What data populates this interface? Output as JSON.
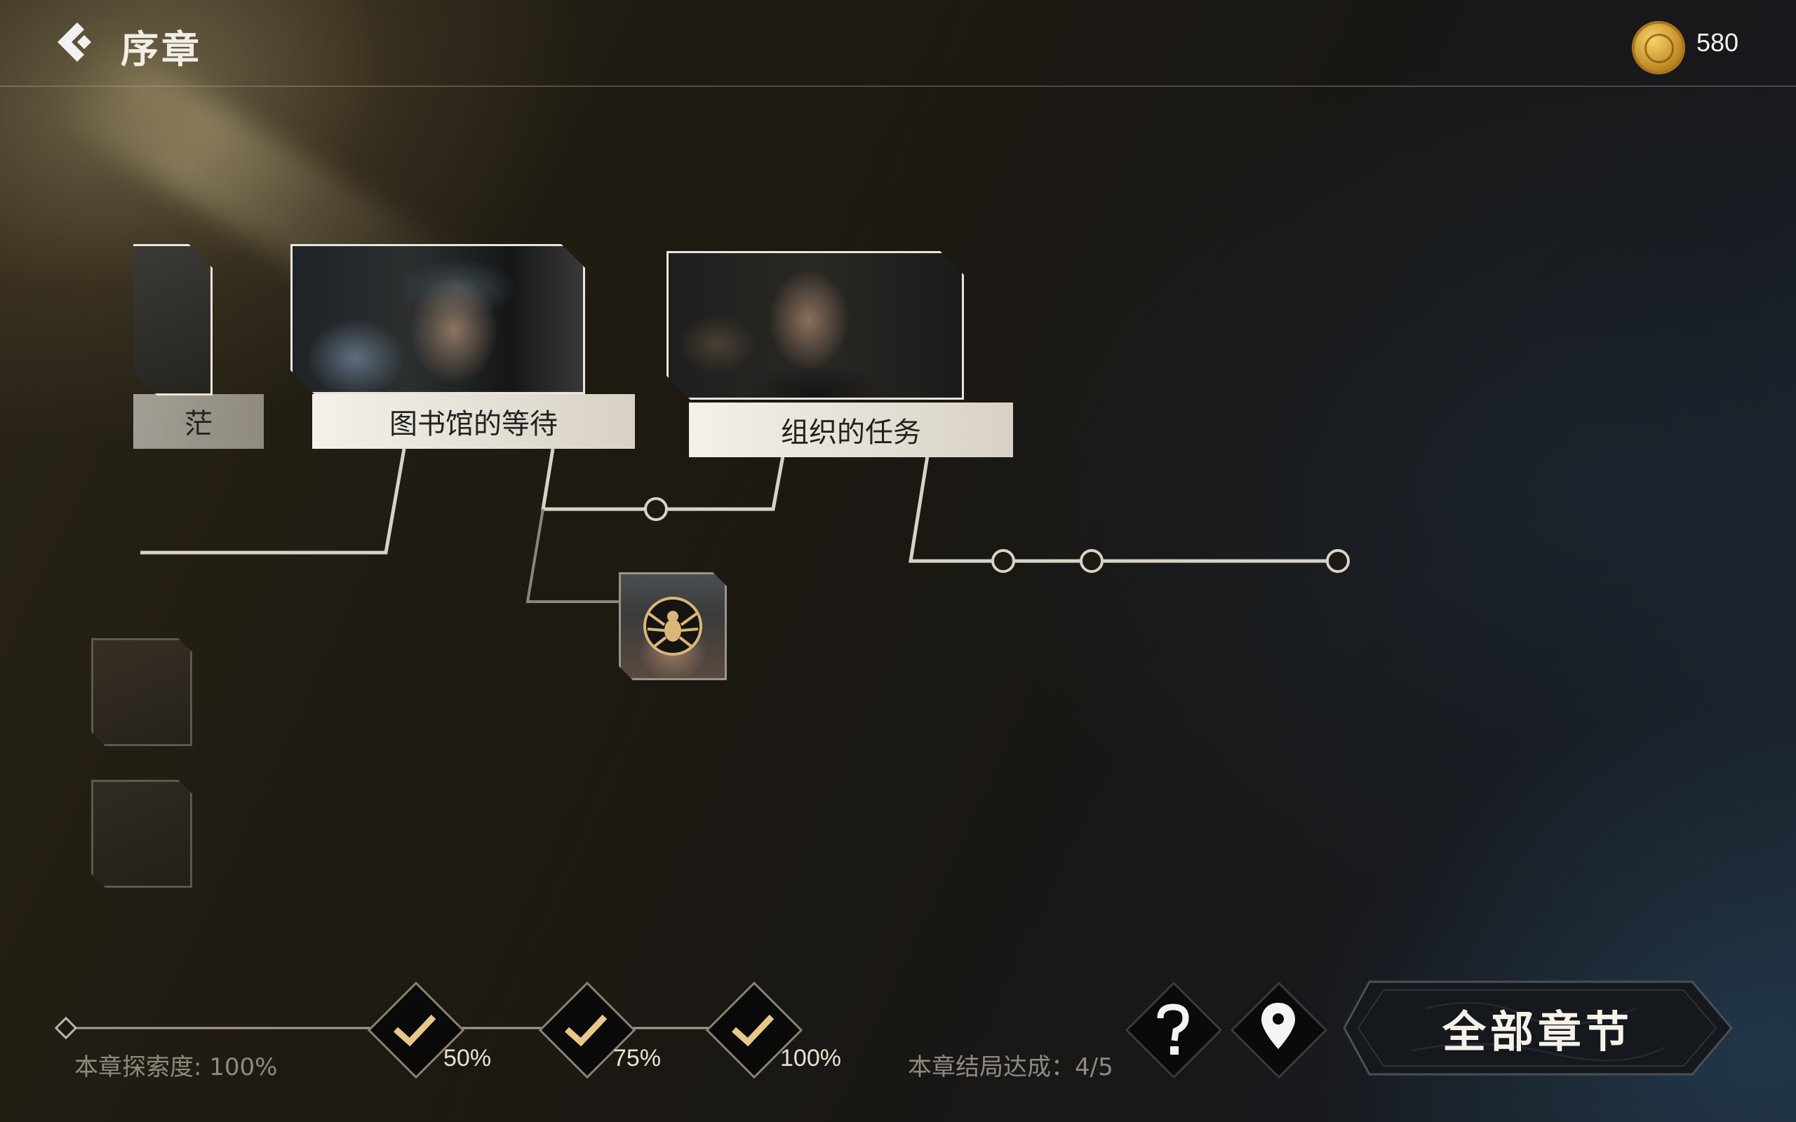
{
  "header": {
    "title": "序章",
    "coins": "580"
  },
  "story_nodes": [
    {
      "label": "茫",
      "state": "partial-left"
    },
    {
      "label": "图书馆的等待"
    },
    {
      "label": "组织的任务"
    }
  ],
  "progress": {
    "exploration_label": "本章探索度:",
    "exploration_value": "100%",
    "milestones": [
      "50%",
      "75%",
      "100%"
    ],
    "endings_label": "本章结局达成：",
    "endings_value": "4/5"
  },
  "actions": {
    "help_icon": "question-icon",
    "map_icon": "location-pin-icon",
    "all_chapters_label": "全部章节"
  },
  "colors": {
    "accent": "#e8c88a",
    "label_bg": "#efebe2",
    "line": "#d9d3c5"
  }
}
